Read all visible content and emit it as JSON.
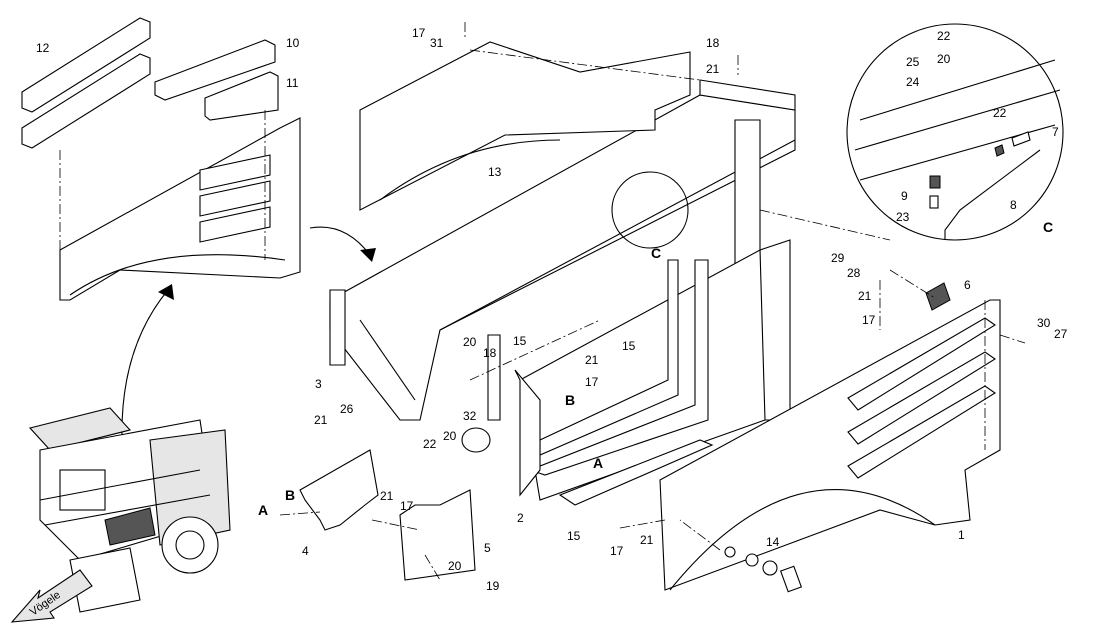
{
  "callouts": [
    {
      "id": "c12",
      "text": "12"
    },
    {
      "id": "c10",
      "text": "10"
    },
    {
      "id": "c11",
      "text": "11"
    },
    {
      "id": "c17a",
      "text": "17"
    },
    {
      "id": "c31",
      "text": "31"
    },
    {
      "id": "c13",
      "text": "13"
    },
    {
      "id": "c18a",
      "text": "18"
    },
    {
      "id": "c21a",
      "text": "21"
    },
    {
      "id": "c22a",
      "text": "22"
    },
    {
      "id": "c20a",
      "text": "20"
    },
    {
      "id": "c25",
      "text": "25"
    },
    {
      "id": "c24",
      "text": "24"
    },
    {
      "id": "c22b",
      "text": "22"
    },
    {
      "id": "c7",
      "text": "7"
    },
    {
      "id": "c9",
      "text": "9"
    },
    {
      "id": "c8",
      "text": "8"
    },
    {
      "id": "c23",
      "text": "23"
    },
    {
      "id": "cC1",
      "text": "C"
    },
    {
      "id": "cC2",
      "text": "C"
    },
    {
      "id": "c29",
      "text": "29"
    },
    {
      "id": "c28",
      "text": "28"
    },
    {
      "id": "c6",
      "text": "6"
    },
    {
      "id": "c21b",
      "text": "21"
    },
    {
      "id": "c17b",
      "text": "17"
    },
    {
      "id": "c30",
      "text": "30"
    },
    {
      "id": "c27",
      "text": "27"
    },
    {
      "id": "c3",
      "text": "3"
    },
    {
      "id": "c20b",
      "text": "20"
    },
    {
      "id": "c18b",
      "text": "18"
    },
    {
      "id": "c15a",
      "text": "15"
    },
    {
      "id": "c21c",
      "text": "21"
    },
    {
      "id": "c17c",
      "text": "17"
    },
    {
      "id": "c15b",
      "text": "15"
    },
    {
      "id": "c21d",
      "text": "21"
    },
    {
      "id": "c26",
      "text": "26"
    },
    {
      "id": "c32",
      "text": "32"
    },
    {
      "id": "cB1",
      "text": "B"
    },
    {
      "id": "c22c",
      "text": "22"
    },
    {
      "id": "c20c",
      "text": "20"
    },
    {
      "id": "cA1",
      "text": "A"
    },
    {
      "id": "cB2",
      "text": "B"
    },
    {
      "id": "cA2",
      "text": "A"
    },
    {
      "id": "c21e",
      "text": "21"
    },
    {
      "id": "c17d",
      "text": "17"
    },
    {
      "id": "c4",
      "text": "4"
    },
    {
      "id": "c2",
      "text": "2"
    },
    {
      "id": "c5",
      "text": "5"
    },
    {
      "id": "c15c",
      "text": "15"
    },
    {
      "id": "c20d",
      "text": "20"
    },
    {
      "id": "c19",
      "text": "19"
    },
    {
      "id": "c17e",
      "text": "17"
    },
    {
      "id": "c21f",
      "text": "21"
    },
    {
      "id": "c14",
      "text": "14"
    },
    {
      "id": "c1",
      "text": "1"
    }
  ],
  "brand_label": "Vögele"
}
